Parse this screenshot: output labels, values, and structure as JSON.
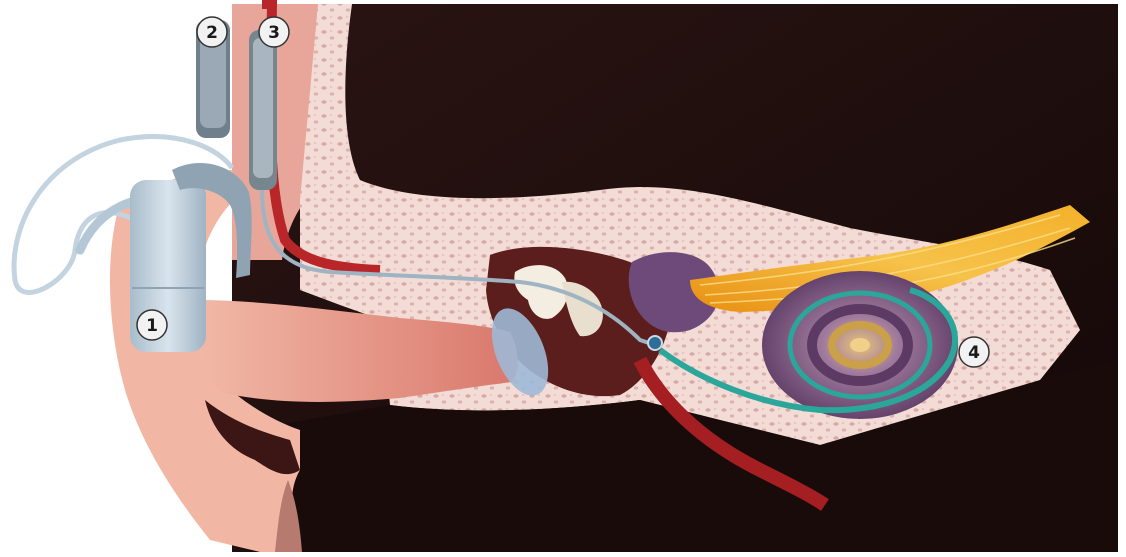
{
  "diagram": {
    "colors": {
      "background": "#1e0f10",
      "page": "#ffffff",
      "skin": "#f1b7a4",
      "canal": "#e6988c",
      "bone": "#f4dcd6",
      "cavity": "#3b1615",
      "device": "#c3d3df",
      "electrode": "#2aa79a",
      "cochlea": "#7b4f85",
      "nerve": "#f0a820",
      "vessel": "#b8262a"
    },
    "markers": [
      {
        "number": "1",
        "name": "marker-1"
      },
      {
        "number": "2",
        "name": "marker-2"
      },
      {
        "number": "3",
        "name": "marker-3"
      },
      {
        "number": "4",
        "name": "marker-4"
      }
    ]
  }
}
